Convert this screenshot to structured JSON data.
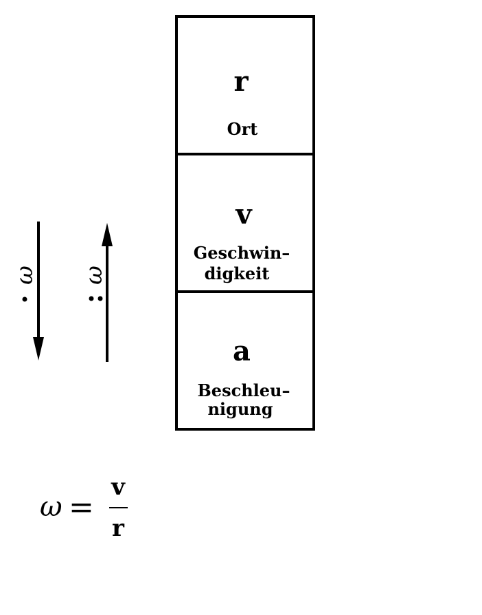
{
  "boxes": [
    {
      "symbol": "r",
      "label_lines": [
        "Ort"
      ]
    },
    {
      "symbol": "v",
      "label_lines": [
        "Geschwin–",
        "digkeit"
      ]
    },
    {
      "symbol": "a",
      "label_lines": [
        "Beschleu–",
        "nigung"
      ]
    }
  ],
  "arrows": [
    {
      "label": "ω",
      "dots": 1,
      "direction": "down"
    },
    {
      "label": "ω",
      "dots": 2,
      "direction": "up"
    }
  ],
  "formula": {
    "lhs": "ω",
    "equals": "=",
    "numerator": "v",
    "denominator": "r"
  }
}
